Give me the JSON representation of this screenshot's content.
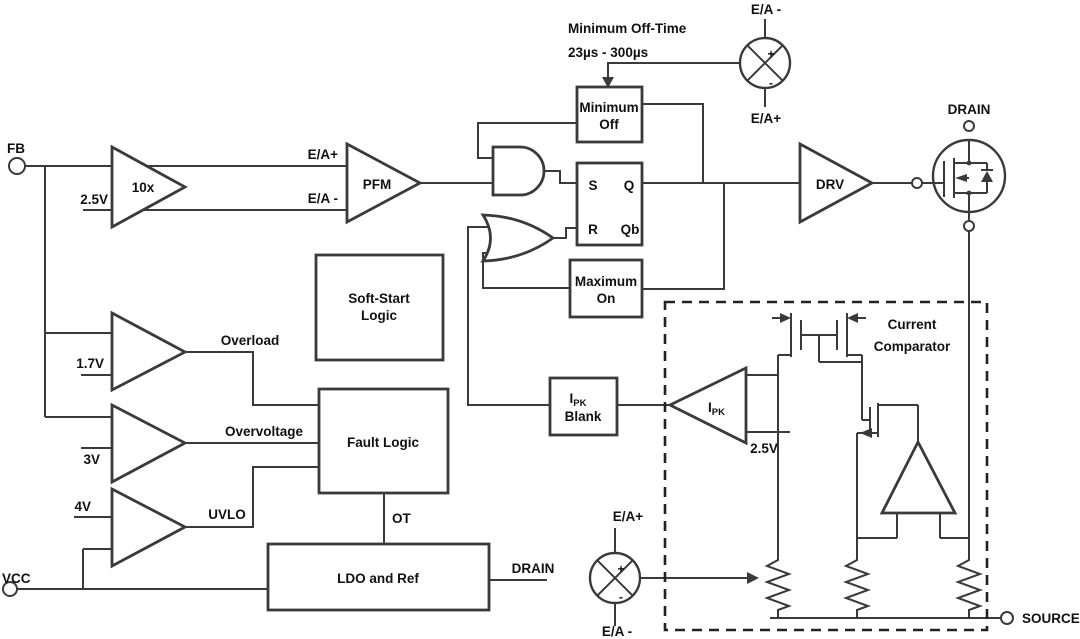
{
  "pins": {
    "fb": "FB",
    "vcc": "VCC",
    "drain_top": "DRAIN",
    "source": "SOURCE"
  },
  "amps": {
    "gain10": "10x",
    "pfm": "PFM",
    "drv": "DRV",
    "ipk_base": "I",
    "ipk_sub": "PK"
  },
  "refs": {
    "v25_gain": "2.5V",
    "v17": "1.7V",
    "v3": "3V",
    "v4": "4V",
    "v25_ipk": "2.5V"
  },
  "signals": {
    "ea_plus": "E/A+",
    "ea_minus": "E/A -",
    "overload": "Overload",
    "overvoltage": "Overvoltage",
    "uvlo": "UVLO",
    "ot": "OT",
    "drain_internal": "DRAIN"
  },
  "blocks": {
    "min_off_1": "Minimum",
    "min_off_2": "Off",
    "max_on_1": "Maximum",
    "max_on_2": "On",
    "soft_start_1": "Soft-Start",
    "soft_start_2": "Logic",
    "fault_logic": "Fault Logic",
    "ldo": "LDO and Ref",
    "ipk_blank_base": "I",
    "ipk_blank_sub": "PK",
    "ipk_blank_2": "Blank"
  },
  "latch": {
    "s": "S",
    "r": "R",
    "q": "Q",
    "qb": "Qb"
  },
  "sum1": {
    "top": "E/A -",
    "bottom": "E/A+",
    "plus": "+",
    "minus": "-"
  },
  "sum2": {
    "top": "E/A+",
    "bottom": "E/A -",
    "plus": "+",
    "minus": "-"
  },
  "notes": {
    "min_off_title": "Minimum Off-Time",
    "min_off_range": "23µs - 300µs",
    "current_comp_1": "Current",
    "current_comp_2": "Comparator"
  }
}
